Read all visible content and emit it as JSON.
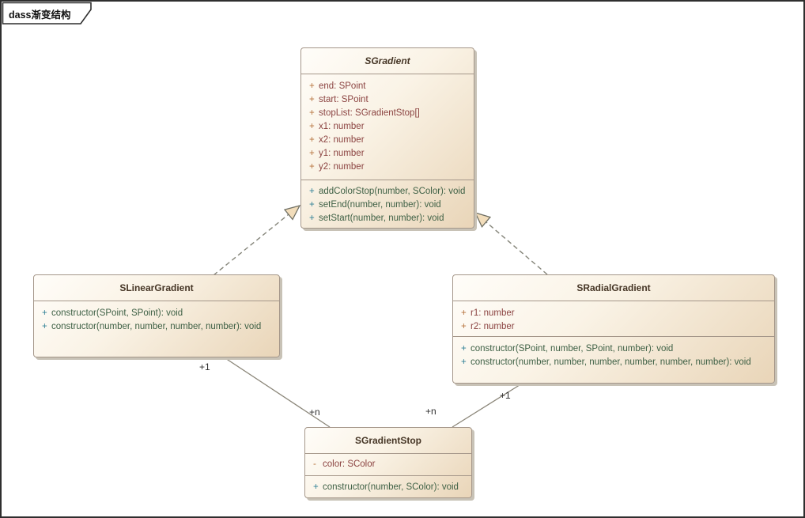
{
  "frame": {
    "tab_label": "dass渐变结构"
  },
  "classes": [
    {
      "name": "SGradient",
      "abstract": true,
      "attributes": [
        {
          "vis": "+",
          "text": "end: SPoint"
        },
        {
          "vis": "+",
          "text": "start: SPoint"
        },
        {
          "vis": "+",
          "text": "stopList: SGradientStop[]"
        },
        {
          "vis": "+",
          "text": "x1: number"
        },
        {
          "vis": "+",
          "text": "x2: number"
        },
        {
          "vis": "+",
          "text": "y1: number"
        },
        {
          "vis": "+",
          "text": "y2: number"
        }
      ],
      "methods": [
        {
          "vis": "+",
          "text": "addColorStop(number, SColor): void"
        },
        {
          "vis": "+",
          "text": "setEnd(number, number): void"
        },
        {
          "vis": "+",
          "text": "setStart(number, number): void"
        }
      ]
    },
    {
      "name": "SLinearGradient",
      "abstract": false,
      "attributes": [],
      "methods": [
        {
          "vis": "+",
          "text": "constructor(SPoint, SPoint): void"
        },
        {
          "vis": "+",
          "text": "constructor(number, number, number, number): void"
        }
      ]
    },
    {
      "name": "SRadialGradient",
      "abstract": false,
      "attributes": [
        {
          "vis": "+",
          "text": "r1: number"
        },
        {
          "vis": "+",
          "text": "r2: number"
        }
      ],
      "methods": [
        {
          "vis": "+",
          "text": "constructor(SPoint, number, SPoint, number): void"
        },
        {
          "vis": "+",
          "text": "constructor(number, number, number, number, number, number): void"
        }
      ]
    },
    {
      "name": "SGradientStop",
      "abstract": false,
      "attributes": [
        {
          "vis": "-",
          "text": "color: SColor"
        }
      ],
      "methods": [
        {
          "vis": "+",
          "text": "constructor(number, SColor): void"
        }
      ]
    }
  ],
  "connectors": [
    {
      "type": "generalization",
      "from": "SLinearGradient",
      "to": "SGradient"
    },
    {
      "type": "generalization",
      "from": "SRadialGradient",
      "to": "SGradient"
    },
    {
      "type": "association",
      "from": "SLinearGradient",
      "to": "SGradientStop",
      "source_label": "+1",
      "target_label": "+n"
    },
    {
      "type": "association",
      "from": "SRadialGradient",
      "to": "SGradientStop",
      "source_label": "+1",
      "target_label": "+n"
    }
  ],
  "colors": {
    "box_fill_light": "#fffdf9",
    "box_fill_dark": "#e9d5b8",
    "box_border": "#a5978a",
    "box_shadow": "#c8c2b6",
    "title_text": "#463626",
    "attribute_text": "#8b4341",
    "attribute_marker": "#b5713a",
    "method_text": "#3e6045",
    "method_marker": "#2e7f95",
    "connector_line": "#85857a",
    "arrow_fill": "#f2ddbb",
    "frame_border": "#2e2e2e",
    "label_text": "#2f2f2f"
  }
}
